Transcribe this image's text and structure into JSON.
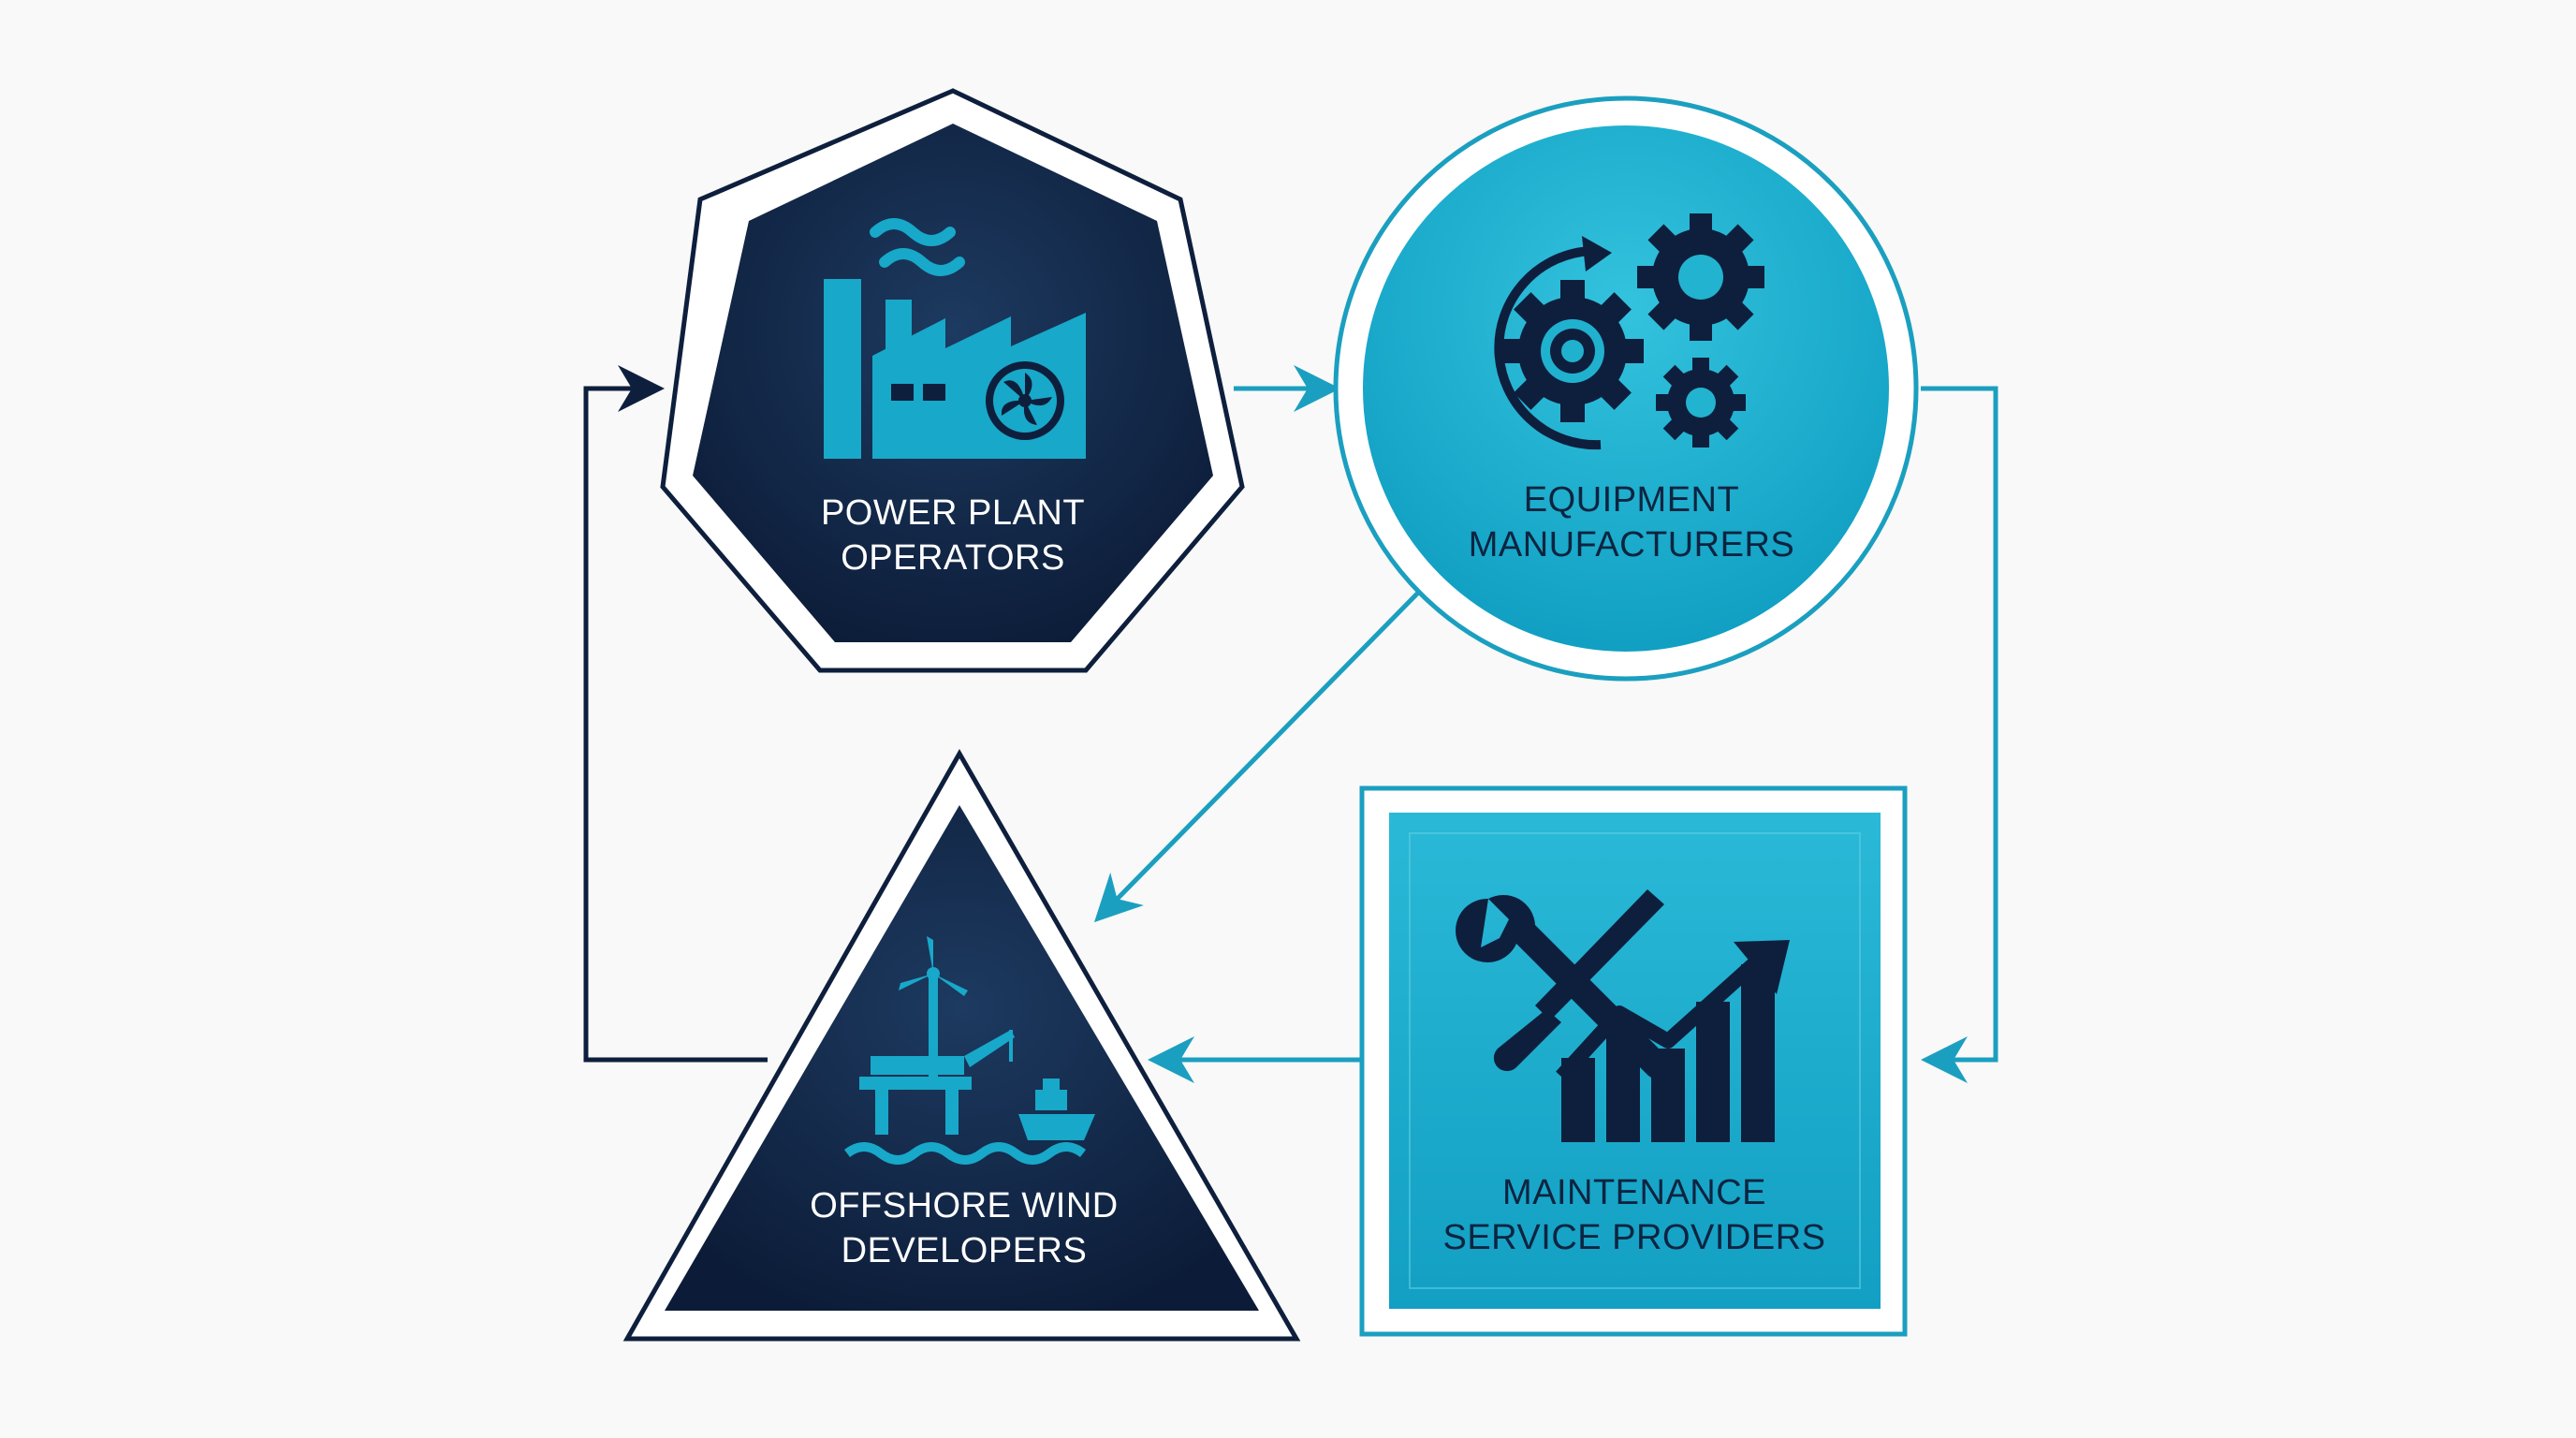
{
  "colors": {
    "background": "#f8f9f8",
    "navy": "#0e1f3d",
    "navy_light": "#1b3358",
    "cyan": "#18a8c9",
    "cyan_light": "#2bbcd8",
    "cyan_line": "#1b9fc0"
  },
  "nodes": {
    "power_plant": {
      "shape": "heptagon",
      "icon": "factory-icon",
      "line1": "POWER PLANT",
      "line2": "OPERATORS"
    },
    "equipment": {
      "shape": "circle",
      "icon": "gears-icon",
      "line1": "EQUIPMENT",
      "line2": "MANUFACTURERS"
    },
    "offshore": {
      "shape": "triangle",
      "icon": "offshore-wind-icon",
      "line1": "OFFSHORE WIND",
      "line2": "DEVELOPERS"
    },
    "maintenance": {
      "shape": "square",
      "icon": "tools-growth-icon",
      "line1": "MAINTENANCE",
      "line2": "SERVICE PROVIDERS"
    }
  },
  "connections": [
    {
      "from": "power_plant",
      "to": "equipment"
    },
    {
      "from": "equipment",
      "to": "maintenance"
    },
    {
      "from": "equipment",
      "to": "offshore"
    },
    {
      "from": "maintenance",
      "to": "offshore"
    },
    {
      "from": "offshore",
      "to": "power_plant"
    }
  ]
}
